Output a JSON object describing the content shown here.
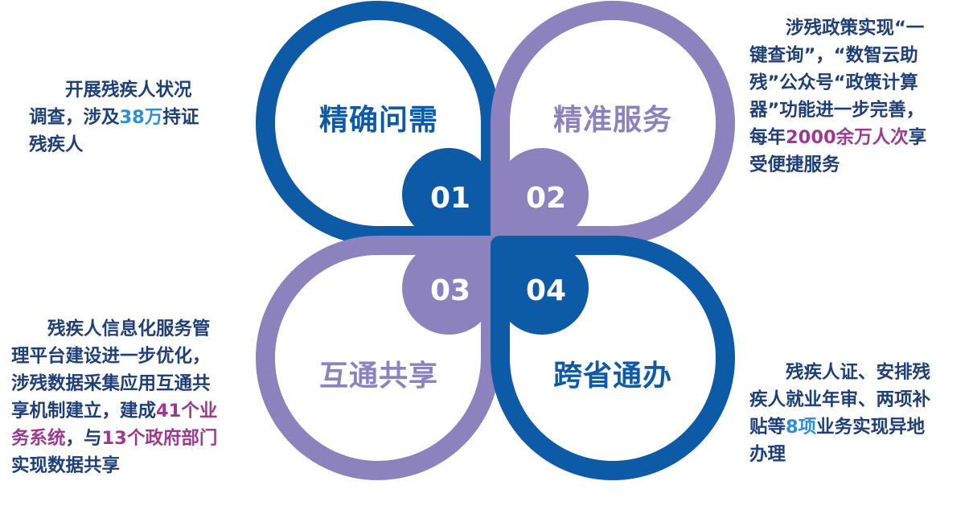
{
  "petals": [
    {
      "number": "01",
      "title": "精确问需",
      "color": "#0d5aa7"
    },
    {
      "number": "02",
      "title": "精准服务",
      "color": "#8c82be"
    },
    {
      "number": "03",
      "title": "互通共享",
      "color": "#8c82be"
    },
    {
      "number": "04",
      "title": "跨省通办",
      "color": "#0d5aa7"
    }
  ],
  "descriptions": {
    "top_left": {
      "lines": [
        [
          {
            "text": "开展残疾人状况"
          }
        ],
        [
          {
            "text": "调查，涉及"
          },
          {
            "text": "38万",
            "highlight": "blue"
          },
          {
            "text": "持证"
          }
        ],
        [
          {
            "text": "残疾人"
          }
        ]
      ]
    },
    "top_right": {
      "lines": [
        [
          {
            "text": "涉残政策实现“一"
          }
        ],
        [
          {
            "text": "键查询”，“数智云助"
          }
        ],
        [
          {
            "text": "残”公众号“政策计算"
          }
        ],
        [
          {
            "text": "器”功能进一步完善，"
          }
        ],
        [
          {
            "text": "每年"
          },
          {
            "text": "2000余万人次",
            "highlight": "purple"
          },
          {
            "text": "享"
          }
        ],
        [
          {
            "text": "受便捷服务"
          }
        ]
      ]
    },
    "bottom_left": {
      "lines": [
        [
          {
            "text": "残疾人信息化服务管"
          }
        ],
        [
          {
            "text": "理平台建设进一步优化，"
          }
        ],
        [
          {
            "text": "涉残数据采集应用互通共"
          }
        ],
        [
          {
            "text": "享机制建立，建成"
          },
          {
            "text": "41个业",
            "highlight": "purple"
          }
        ],
        [
          {
            "text": "务系统",
            "highlight": "purple"
          },
          {
            "text": "，与"
          },
          {
            "text": "13个政府部门",
            "highlight": "purple"
          }
        ],
        [
          {
            "text": "实现数据共享"
          }
        ]
      ]
    },
    "bottom_right": {
      "lines": [
        [
          {
            "text": "残疾人证、安排残"
          }
        ],
        [
          {
            "text": "疾人就业年审、两项补"
          }
        ],
        [
          {
            "text": "贴等"
          },
          {
            "text": "8项",
            "highlight": "blue"
          },
          {
            "text": "业务实现异地"
          }
        ],
        [
          {
            "text": "办理"
          }
        ]
      ]
    }
  }
}
